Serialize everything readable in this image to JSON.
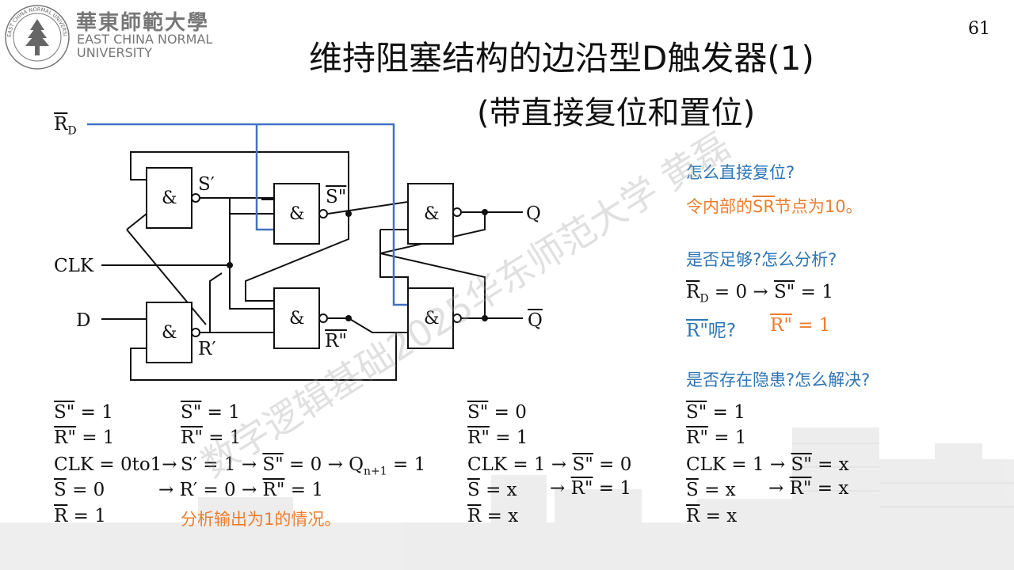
{
  "page_number": "61",
  "logo": {
    "cn_name": "華東師範大學",
    "en_line1": "EAST CHINA NORMAL",
    "en_line2": "UNIVERSITY",
    "seal_text": "EAST CHINA NORMAL UNIVERSITY"
  },
  "title": {
    "line1": "维持阻塞结构的边沿型D触发器(1)",
    "line2": "(带直接复位和置位)"
  },
  "watermark": "数字逻辑基础2025华东师范大学 黄磊",
  "circuit": {
    "rd_label": "R",
    "rd_sub": "D",
    "clk_label": "CLK",
    "d_label": "D",
    "gate_symbol": "&",
    "s_prime": "S′",
    "r_prime": "R′",
    "s_dprime": "S\"",
    "r_dprime": "R\"",
    "q_label": "Q",
    "qbar_label": "Q"
  },
  "right_notes": {
    "q1": "怎么直接复位?",
    "a1_pre": "令内部的",
    "a1_ov": "SR",
    "a1_post": "节点为10。",
    "q2": "是否足够?怎么分析?",
    "rd_expr_pre": "R",
    "rd_expr_sub": "D",
    "rd_expr_mid": " = 0 → ",
    "rd_expr_ov": "S\"",
    "rd_expr_post": " = 1",
    "q3_ov": "R\"",
    "q3_post": "呢?",
    "a3_ov": "R\"",
    "a3_post": " = 1",
    "q4": "是否存在隐患?怎么解决?"
  },
  "bottom": {
    "c1": {
      "l1_ov": "S\"",
      "l1_post": " = 1",
      "l2_ov": "R\"",
      "l2_post": " = 1",
      "l3": "CLK = 0to1→",
      "l4_ov": "S",
      "l4_post": " = 0",
      "l5_ov": "R",
      "l5_post": " = 1"
    },
    "c2": {
      "l1_ov": "S\"",
      "l1_post": " = 1",
      "l2_ov": "R\"",
      "l2_post": " = 1",
      "l3_pre": "S′ = 1  → ",
      "l3_ov": "S\"",
      "l3_mid": " = 0 → Q",
      "l3_sub": "n+1",
      "l3_post": " = 1",
      "l4_pre": "→ R′ = 0  → ",
      "l4_ov": "R\"",
      "l4_post": " = 1",
      "note": "分析输出为1的情况。"
    },
    "c3": {
      "l1_ov": "S\"",
      "l1_post": " = 0",
      "l2_ov": "R\"",
      "l2_post": " = 1",
      "l3_pre": "CLK = 1  → ",
      "l3_ov": "S\"",
      "l3_post": " = 0",
      "l4_ov": "S",
      "l4_mid": " = x",
      "l4_arrow": "→ ",
      "l4_ov2": "R\"",
      "l4_post": " = 1",
      "l5_ov": "R",
      "l5_post": " = x"
    },
    "c4": {
      "l1_ov": "S\"",
      "l1_post": " = 1",
      "l2_ov": "R\"",
      "l2_post": " = 1",
      "l3_pre": "CLK = 1  → ",
      "l3_ov": "S\"",
      "l3_post": " = x",
      "l4_ov": "S",
      "l4_mid": " = x",
      "l4_arrow": "→ ",
      "l4_ov2": "R\"",
      "l4_post": " = x",
      "l5_ov": "R",
      "l5_post": " = x"
    }
  },
  "colors": {
    "blue": "#2e75b6",
    "orange": "#ed7d31",
    "wire": "#111111",
    "blue_wire": "#4472c4"
  }
}
